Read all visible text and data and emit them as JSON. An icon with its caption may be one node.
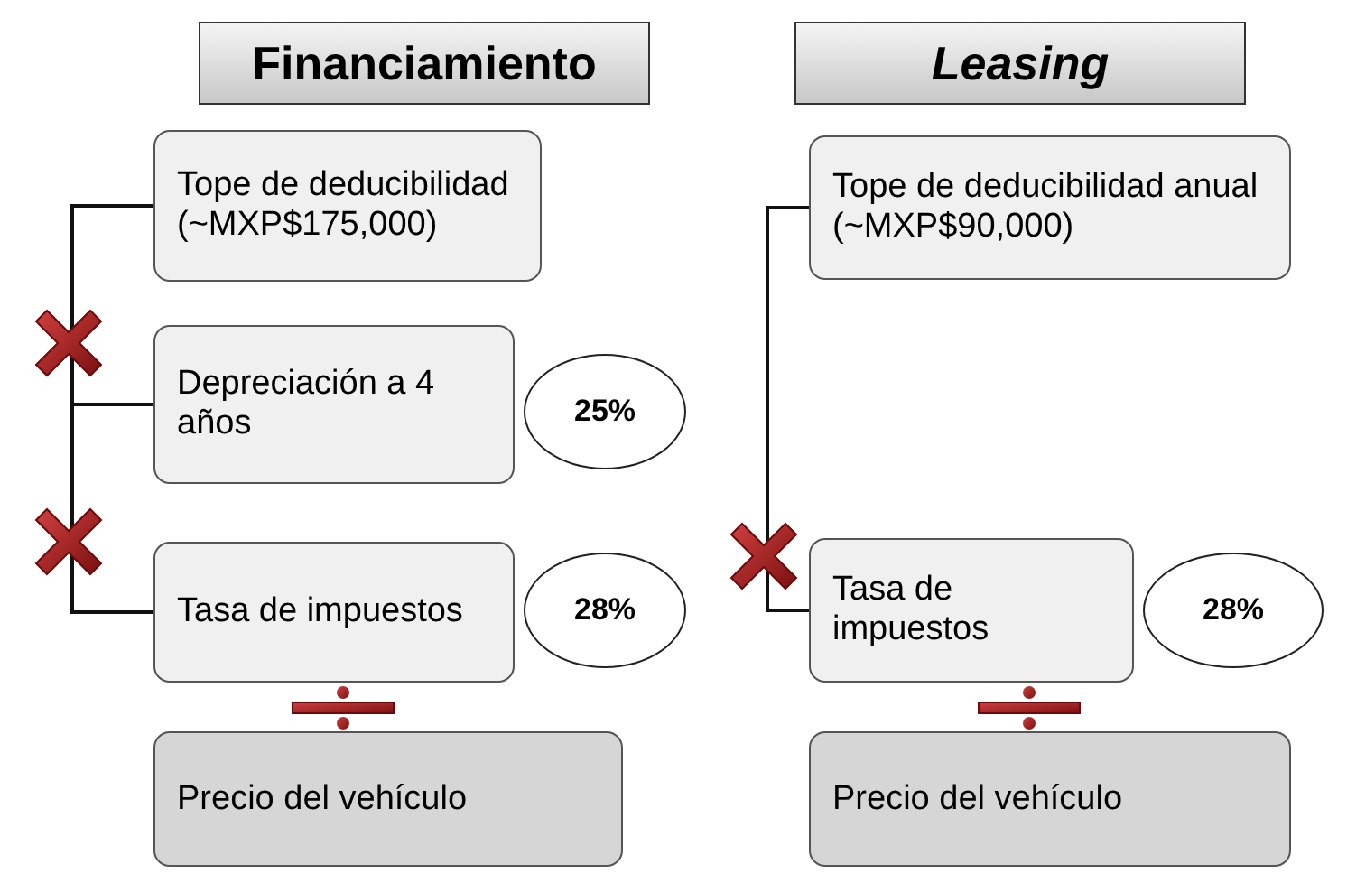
{
  "diagram": {
    "nodes": [
      {
        "text": [
          "Financiamiento"
        ]
      },
      {
        "text": [
          "Tope de deducibilidad (~MXP$175,000)"
        ]
      },
      {
        "text": [
          "Depreciación a 4 años"
        ]
      },
      {
        "text": [
          "25%"
        ]
      },
      {
        "text": [
          "Tasa de impuestos"
        ]
      },
      {
        "text": [
          "28%"
        ]
      },
      {
        "text": [
          "Precio del vehículo"
        ]
      },
      {
        "text": [
          "Leasing"
        ]
      },
      {
        "text": [
          "Tope de deducibilidad anual (~MXP$90,000)"
        ]
      },
      {
        "text": [
          "Tasa de impuestos"
        ]
      },
      {
        "text": [
          "28%"
        ]
      },
      {
        "text": [
          "Precio del vehículo"
        ]
      }
    ],
    "edges": [
      {
        "from": 1,
        "to": 2,
        "arrow": "none"
      },
      {
        "from": 2,
        "to": 4,
        "arrow": "none"
      },
      {
        "from": 8,
        "to": 9,
        "arrow": "none"
      }
    ]
  }
}
